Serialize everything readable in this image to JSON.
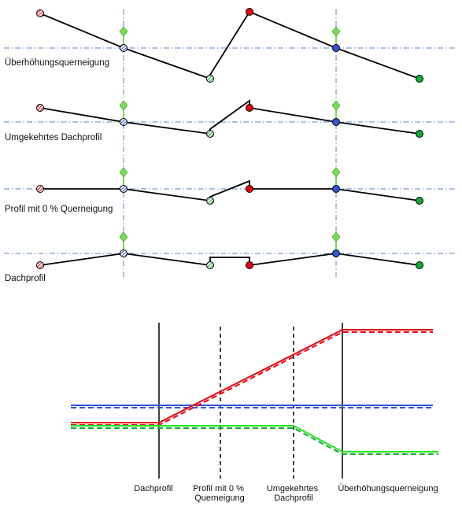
{
  "colors": {
    "red": "#e30613",
    "green": "#15a83c",
    "blue": "#2f57d6",
    "guide": "#5b86c6",
    "marker_green": "#7ed957",
    "line": "#000000"
  },
  "sections": [
    {
      "label": "Überhöhungsquerneigung"
    },
    {
      "label": "Umgekehrtes Dachprofil"
    },
    {
      "label": "Profil mit 0 % Querneigung"
    },
    {
      "label": "Dachprofil"
    }
  ],
  "transition_axis": {
    "labels": [
      {
        "lines": [
          "Dachprofil"
        ]
      },
      {
        "lines": [
          "Profil mit 0 %",
          "Querneigung"
        ]
      },
      {
        "lines": [
          "Umgekehrtes",
          "Dachprofil"
        ]
      },
      {
        "lines": [
          "Überhöhungsquerneigung"
        ]
      }
    ]
  }
}
